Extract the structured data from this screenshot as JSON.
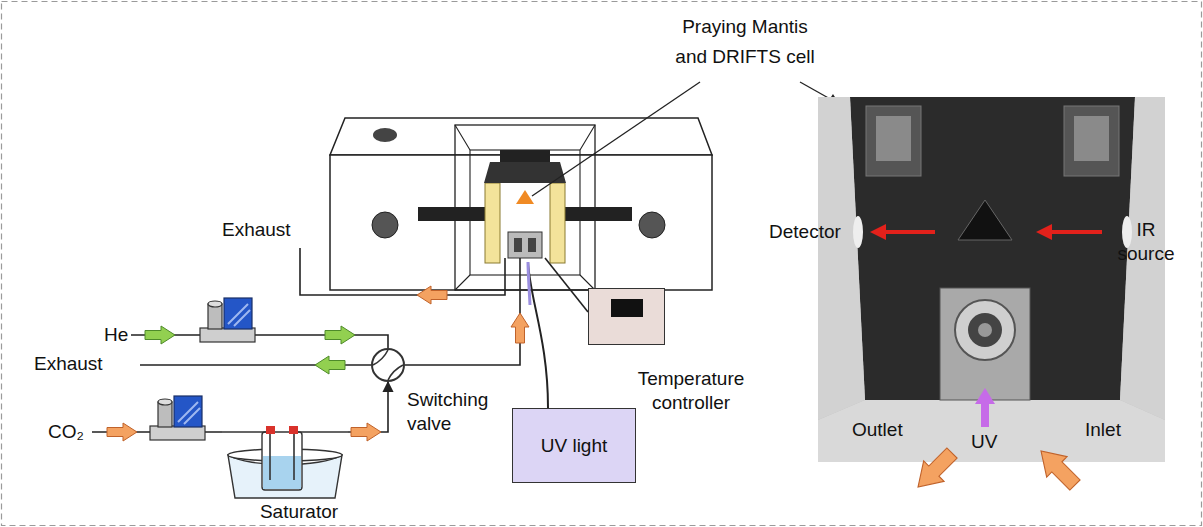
{
  "diagram": {
    "nodes": [
      {
        "text": [
          "Switching valve"
        ]
      },
      {
        "text": [
          "Saturator"
        ]
      },
      {
        "text": [
          "UV light"
        ]
      },
      {
        "text": [
          "Temperature controller"
        ]
      }
    ],
    "edges": [
      {
        "from": 1,
        "to": 0,
        "arrow": "to"
      }
    ],
    "labels": [
      "Praying Mantis and DRIFTS cell",
      "Exhaust",
      "He",
      "Exhaust",
      "CO₂",
      "Detector",
      "IR source",
      "Outlet",
      "UV",
      "Inlet"
    ]
  }
}
